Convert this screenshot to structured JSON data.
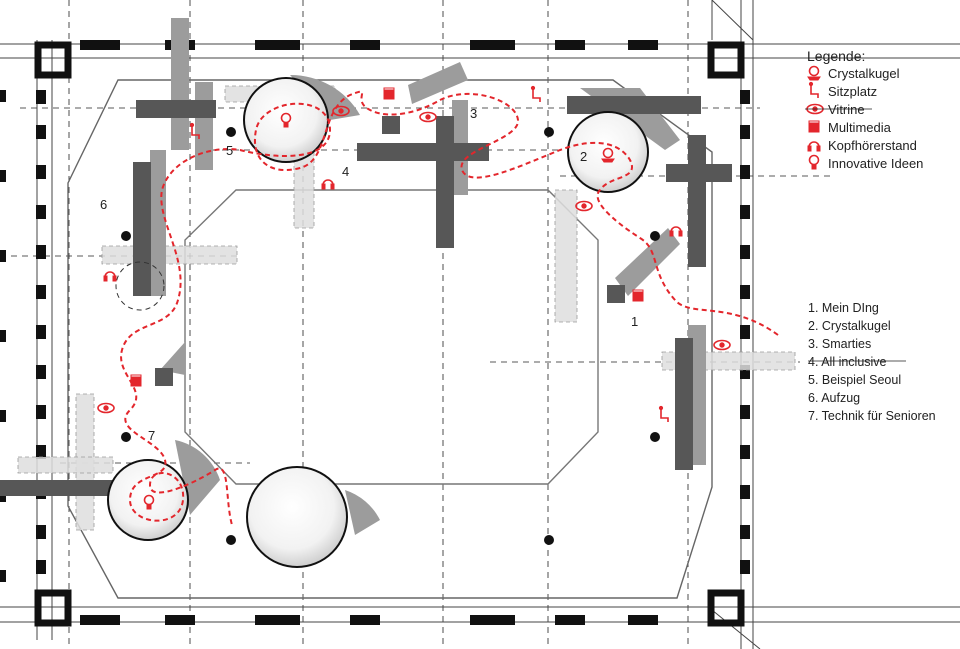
{
  "legend": {
    "title": "Legende:",
    "items": [
      {
        "icon": "crystal-ball-icon",
        "label": "Crystalkugel"
      },
      {
        "icon": "seat-icon",
        "label": "Sitzplatz"
      },
      {
        "icon": "eye-icon",
        "label": "Vitrine"
      },
      {
        "icon": "clapperboard-icon",
        "label": "Multimedia"
      },
      {
        "icon": "headphones-icon",
        "label": "Kopfhörerstand"
      },
      {
        "icon": "lightbulb-icon",
        "label": "Innovative Ideen"
      }
    ]
  },
  "stations": [
    "1. Mein DIng",
    "2. Crystalkugel",
    "3. Smarties",
    "4.  All inclusive",
    "5. Beispiel Seoul",
    "6.  Aufzug",
    "7. Technik für Senioren"
  ],
  "plan_labels": {
    "n1": "1",
    "n2": "2",
    "n3": "3",
    "n4": "4",
    "n5": "5",
    "n6": "6",
    "n7": "7"
  },
  "colors": {
    "accent_red": "#e3262c",
    "dark_block": "#555555",
    "mid_block": "#9a9a9a",
    "light_block": "#d9d9d9",
    "wall": "#111111"
  }
}
